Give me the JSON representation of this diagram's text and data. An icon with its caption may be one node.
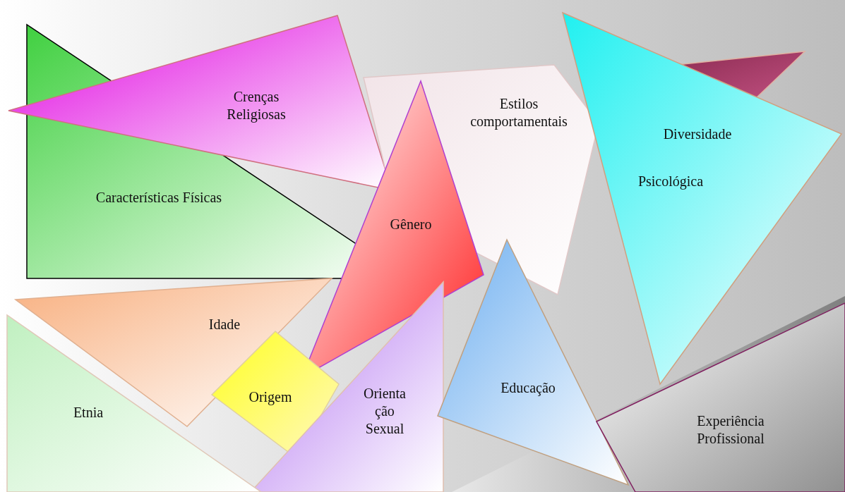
{
  "diagram": {
    "nodes": [
      {
        "text": [
          "Crenças Religiosas"
        ]
      },
      {
        "text": [
          "Estilos comportamentais"
        ]
      },
      {
        "text": [],
        "shape": "triangle"
      },
      {
        "text": [
          "Diversidade",
          "Psicológica"
        ]
      },
      {
        "text": [
          "Características Físicas"
        ]
      },
      {
        "text": [
          "Gênero"
        ]
      },
      {
        "text": [
          "Idade"
        ]
      },
      {
        "text": [
          "Origem"
        ]
      },
      {
        "text": [
          "Orienta ção Sexual"
        ]
      },
      {
        "text": [
          "Educação"
        ]
      },
      {
        "text": [
          "Etnia"
        ]
      },
      {
        "text": [
          "Experiência Profissional"
        ]
      }
    ]
  }
}
